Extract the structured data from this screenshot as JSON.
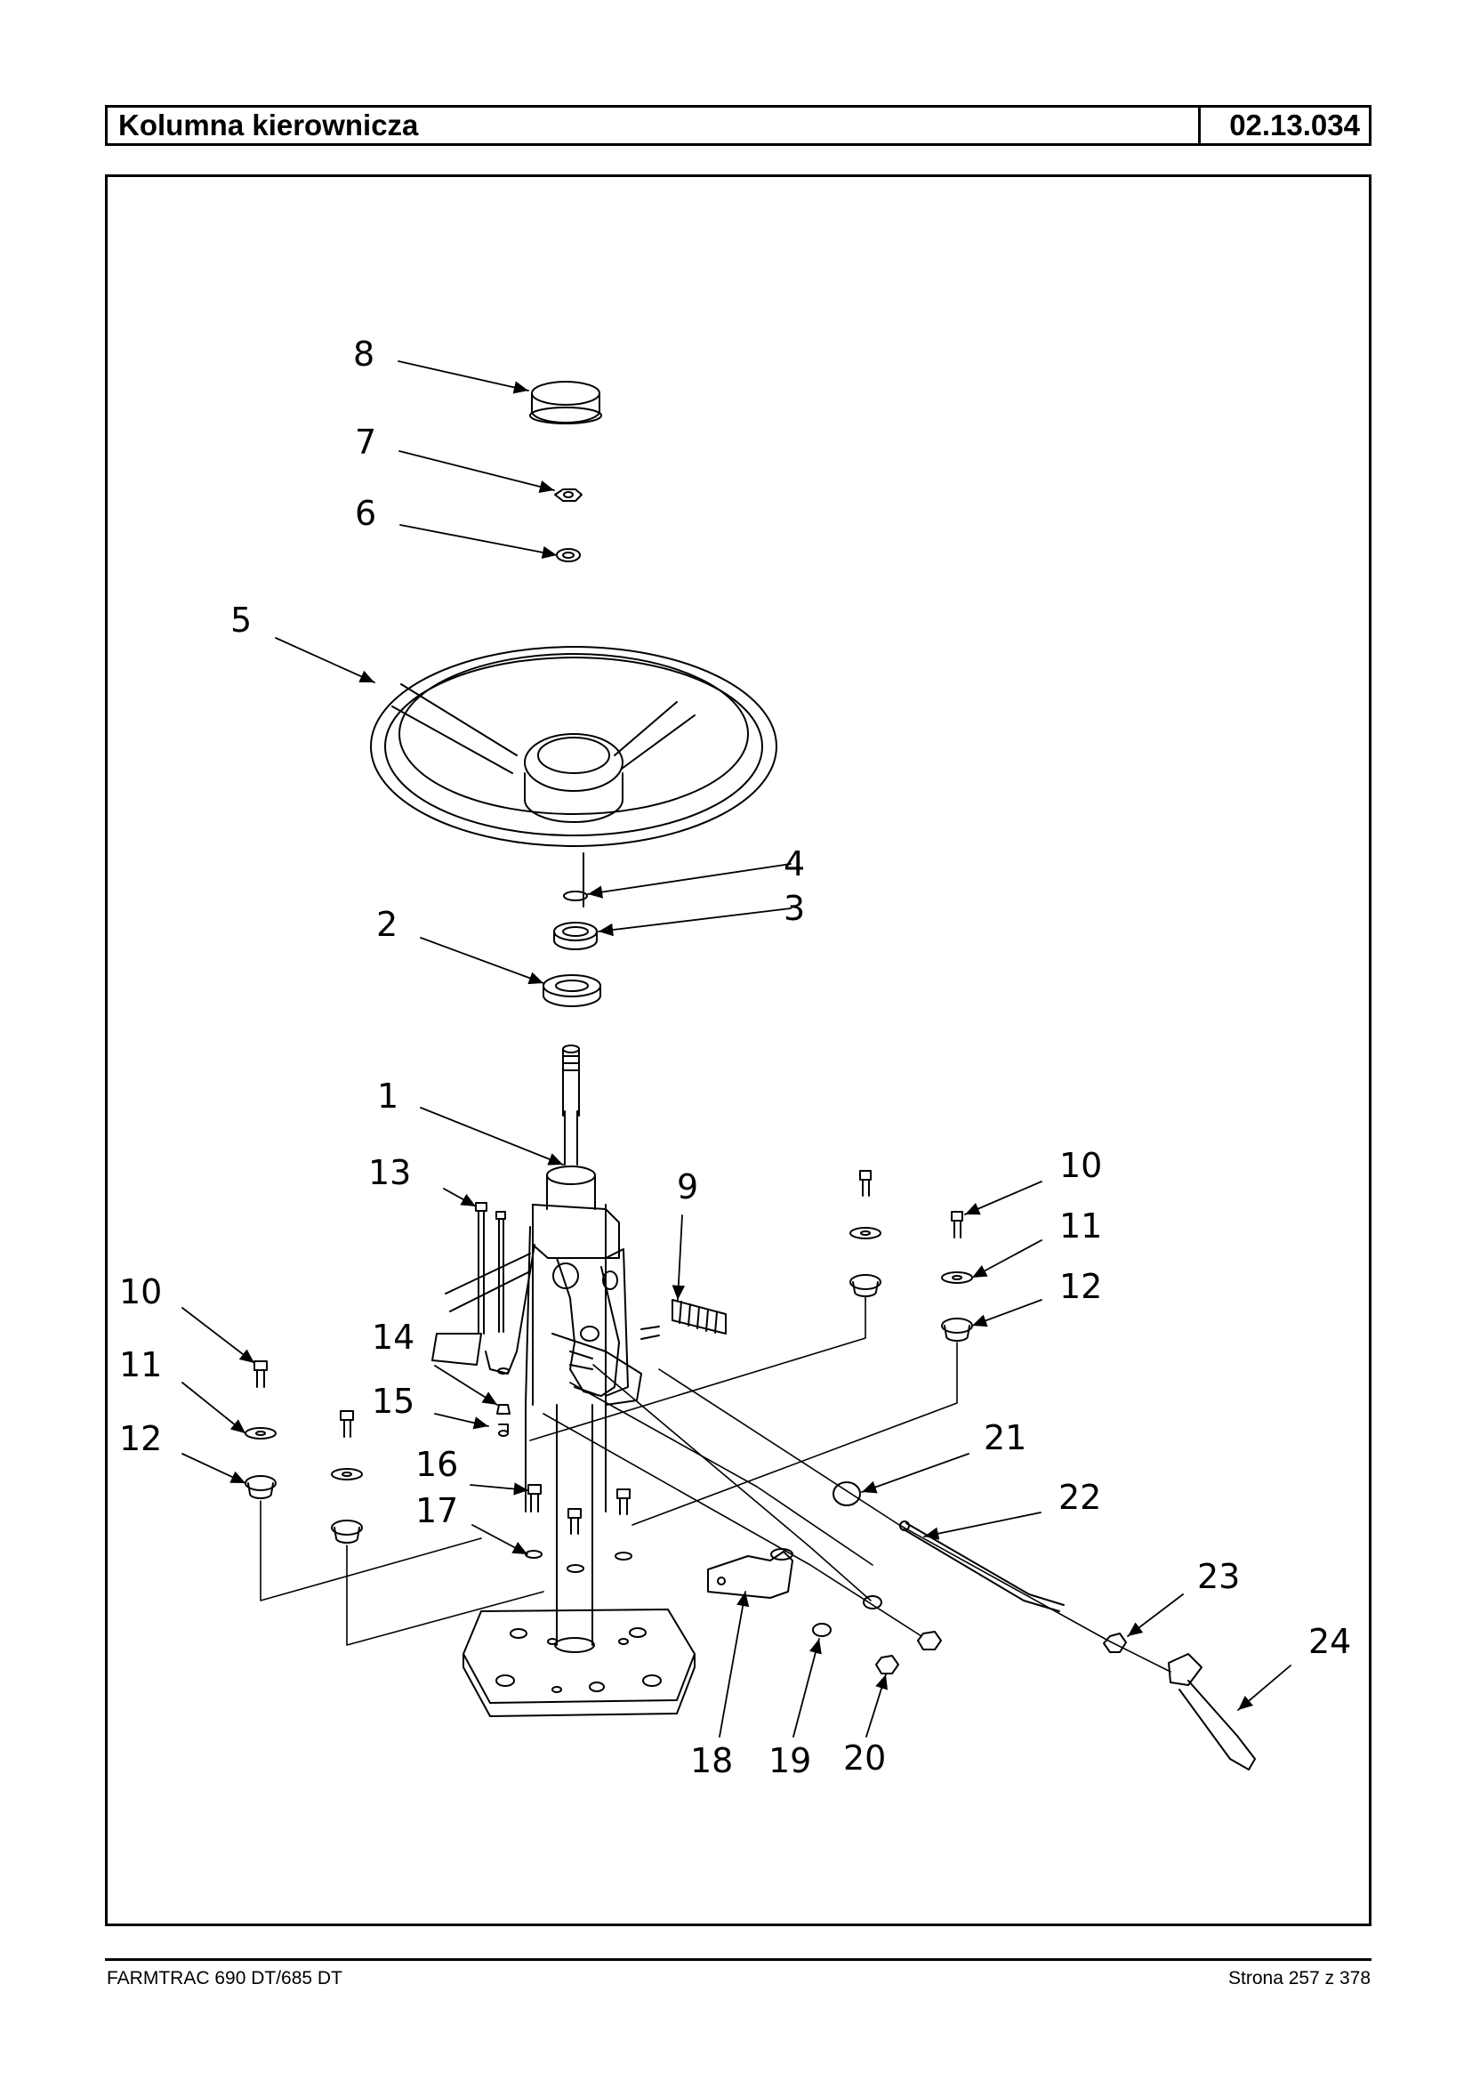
{
  "header": {
    "title": "Kolumna kierownicza",
    "code": "02.13.034"
  },
  "diagram": {
    "callouts": [
      "1",
      "2",
      "3",
      "4",
      "5",
      "6",
      "7",
      "8",
      "9",
      "10",
      "11",
      "12",
      "13",
      "14",
      "15",
      "16",
      "17",
      "18",
      "19",
      "20",
      "21",
      "22",
      "23",
      "24",
      "10",
      "11",
      "12"
    ]
  },
  "footer": {
    "model": "FARMTRAC 690 DT/685 DT",
    "page": "Strona 257 z 378"
  }
}
